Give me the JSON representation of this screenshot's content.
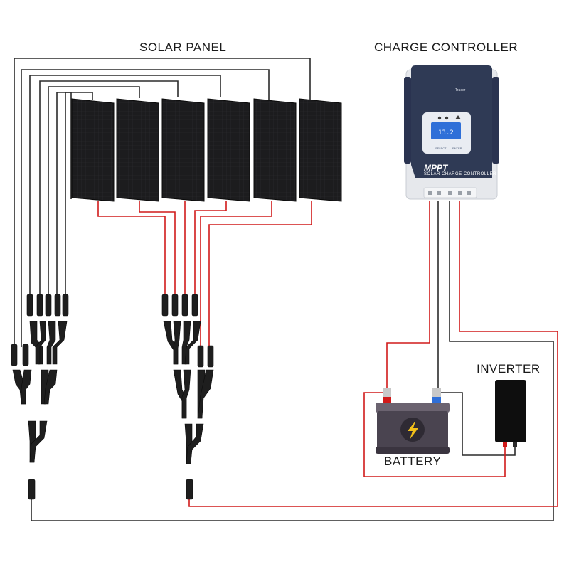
{
  "labels": {
    "solar_panel": "SOLAR PANEL",
    "charge_controller": "CHARGE CONTROLLER",
    "inverter": "INVERTER",
    "battery": "BATTERY"
  },
  "controller": {
    "mppt": "MPPT",
    "subtitle": "SOLAR CHARGE CONTROLLER",
    "brand": "Tracer",
    "lcd_reading": "13.2",
    "key_left": "SELECT",
    "key_right": "ENTER"
  },
  "panels": {
    "count": 6
  },
  "colors": {
    "positive_wire": "#d11a1a",
    "negative_wire": "#2b2b2b",
    "panel": "#1c1c1e",
    "controller_body": "#2f3a55",
    "controller_frame": "#e6e8ec",
    "lcd": "#2f6fd8",
    "battery_body": "#4a4450",
    "battery_bolt": "#f2c019",
    "inverter_body": "#0e0e0e"
  },
  "icons": {
    "battery": "lightning-bolt-icon",
    "controller_status": "warning-icon"
  }
}
